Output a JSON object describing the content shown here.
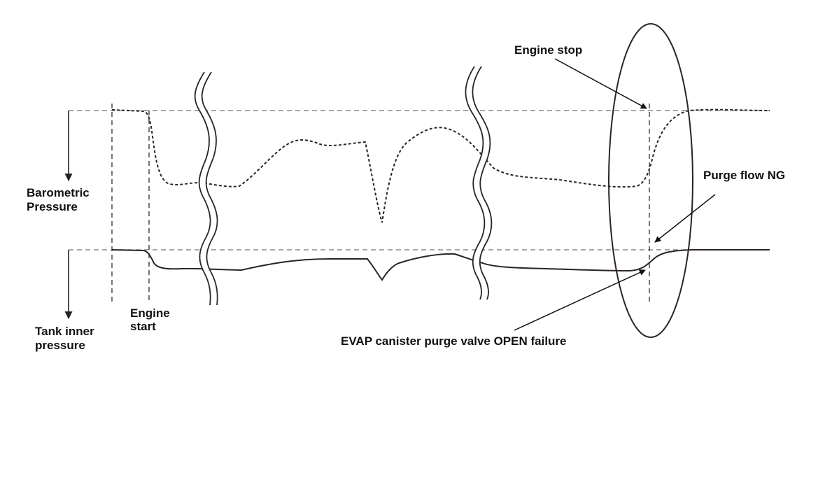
{
  "labels": {
    "barometric_line1": "Barometric",
    "barometric_line2": "Pressure",
    "tank_line1": "Tank inner",
    "tank_line2": "pressure",
    "engine_start_line1": "Engine",
    "engine_start_line2": "start",
    "engine_stop": "Engine stop",
    "purge_flow_ng": "Purge flow NG",
    "evap_failure": "EVAP canister purge valve OPEN failure"
  },
  "colors": {
    "trace": "#2b2423",
    "reference_line": "#8a8a8a",
    "text": "#111111",
    "background": "#ffffff"
  }
}
